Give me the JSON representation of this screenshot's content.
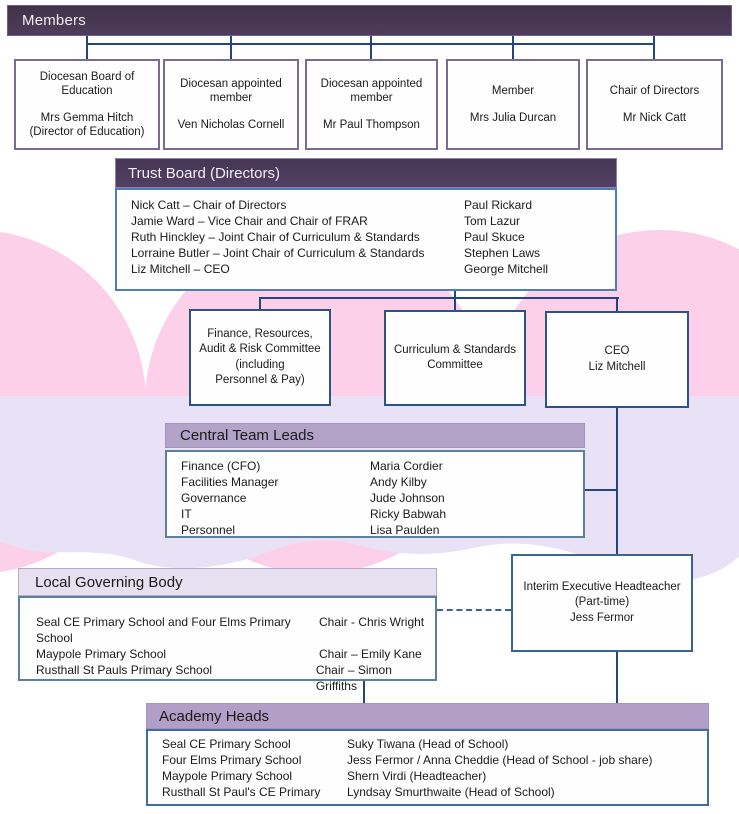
{
  "members_bar": {
    "label": "Members"
  },
  "members": [
    {
      "role": "Diocesan Board of Education",
      "name": "Mrs Gemma Hitch (Director of Education)"
    },
    {
      "role": "Diocesan appointed member",
      "name": "Ven Nicholas Cornell"
    },
    {
      "role": "Diocesan appointed member",
      "name": "Mr Paul Thompson"
    },
    {
      "role": "Member",
      "name": "Mrs Julia Durcan"
    },
    {
      "role": "Chair of Directors",
      "name": "Mr Nick Catt"
    }
  ],
  "trust_board": {
    "header": "Trust Board (Directors)",
    "left": [
      "Nick Catt – Chair of Directors",
      "Jamie Ward – Vice Chair and Chair of FRAR",
      "Ruth Hinckley – Joint Chair of Curriculum & Standards",
      "Lorraine Butler – Joint Chair of Curriculum & Standards",
      "Liz Mitchell – CEO"
    ],
    "right": [
      "Paul Rickard",
      "Tom Lazur",
      "Paul Skuce",
      "Stephen Laws",
      "George Mitchell"
    ]
  },
  "committees": {
    "finance": {
      "label": "Finance, Resources,\nAudit & Risk Committee\n(including\nPersonnel & Pay)"
    },
    "curriculum": {
      "label": "Curriculum & Standards\nCommittee"
    },
    "ceo": {
      "label": "CEO\nLiz Mitchell"
    }
  },
  "central_team": {
    "header": "Central Team Leads",
    "rows": [
      {
        "role": "Finance (CFO)",
        "name": "Maria Cordier"
      },
      {
        "role": "Facilities Manager",
        "name": "Andy Kilby"
      },
      {
        "role": "Governance",
        "name": "Jude Johnson"
      },
      {
        "role": "IT",
        "name": "Ricky Babwah"
      },
      {
        "role": "Personnel",
        "name": "Lisa Paulden"
      }
    ]
  },
  "local_governing_body": {
    "header": "Local Governing Body",
    "rows": [
      {
        "school": "Seal CE Primary School and Four Elms Primary School",
        "chair": "Chair - Chris Wright"
      },
      {
        "school": "Maypole Primary School",
        "chair": "Chair – Emily Kane"
      },
      {
        "school": "Rusthall St Pauls Primary School",
        "chair": "Chair – Simon Griffiths"
      }
    ]
  },
  "interim_headteacher": {
    "label": "Interim Executive Headteacher\n(Part-time)\nJess Fermor"
  },
  "academy_heads": {
    "header": "Academy Heads",
    "rows": [
      {
        "school": "Seal CE Primary School",
        "head": "Suky Tiwana (Head of School)"
      },
      {
        "school": "Four Elms Primary School",
        "head": "Jess Fermor / Anna Cheddie (Head of School - job share)"
      },
      {
        "school": "Maypole Primary School",
        "head": "Shern Virdi (Headteacher)"
      },
      {
        "school": "Rusthall St Paul's CE Primary",
        "head": "Lyndsay Smurthwaite (Head of School)"
      }
    ]
  },
  "colors": {
    "header_dark_purple": "#4a3a57",
    "header_medium_purple": "#b3a3c8",
    "header_light_lavender": "#e7e0f1",
    "connector_blue": "#24467e",
    "box_border_navy": "#2d5386",
    "member_box_border": "#7b6b8f",
    "pink_circle": "#fbd0e8",
    "lavender_band": "#e9e2f7"
  }
}
